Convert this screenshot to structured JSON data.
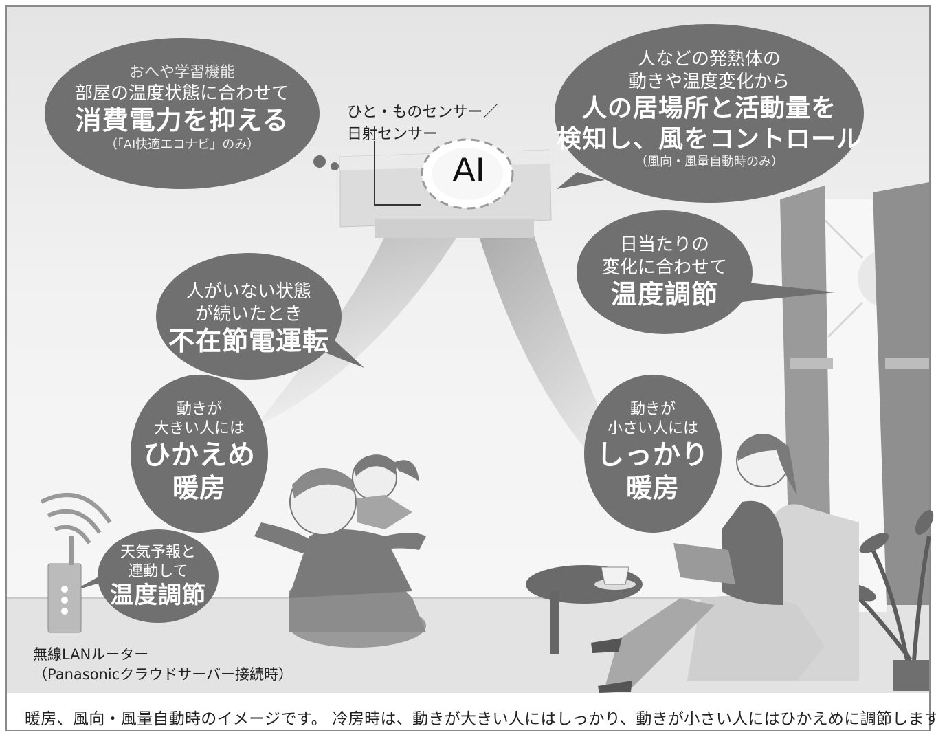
{
  "ai_label": "AI",
  "sensor_label": {
    "line1": "ひと・ものセンサー／",
    "line2": "日射センサー"
  },
  "bubbles": {
    "room_learning": {
      "line1": "おへや学習機能",
      "line2": "部屋の温度状態に合わせて",
      "line3": "消費電力を抑える",
      "note": "（「AI快適エコナビ」のみ）"
    },
    "detect": {
      "line1": "人などの発熱体の",
      "line2": "動きや温度変化から",
      "line3": "人の居場所と活動量を",
      "line4": "検知し、風をコントロール",
      "note": "（風向・風量自動時のみ）"
    },
    "sunlight": {
      "line1": "日当たりの",
      "line2": "変化に合わせて",
      "line3": "温度調節"
    },
    "absent": {
      "line1": "人がいない状態",
      "line2": "が続いたとき",
      "line3": "不在節電運転"
    },
    "big_motion": {
      "line1": "動きが",
      "line2": "大きい人には",
      "line3": "ひかえめ",
      "line4": "暖房"
    },
    "small_motion": {
      "line1": "動きが",
      "line2": "小さい人には",
      "line3": "しっかり",
      "line4": "暖房"
    },
    "weather": {
      "line1": "天気予報と",
      "line2": "連動して",
      "line3": "温度調節"
    }
  },
  "router_label": {
    "line1": "無線LANルーター",
    "line2": "（Panasonicクラウドサーバー接続時）"
  },
  "caption": "暖房、風向・風量自動時のイメージです。 冷房時は、動きが大きい人にはしっかり、動きが小さい人にはひかえめに調節します。",
  "colors": {
    "bubble": "#707070",
    "wall": "#eeeeee",
    "floor": "#e0e0e0",
    "airflow": "#cfcfcf",
    "curtain": "#9a9a9a"
  }
}
